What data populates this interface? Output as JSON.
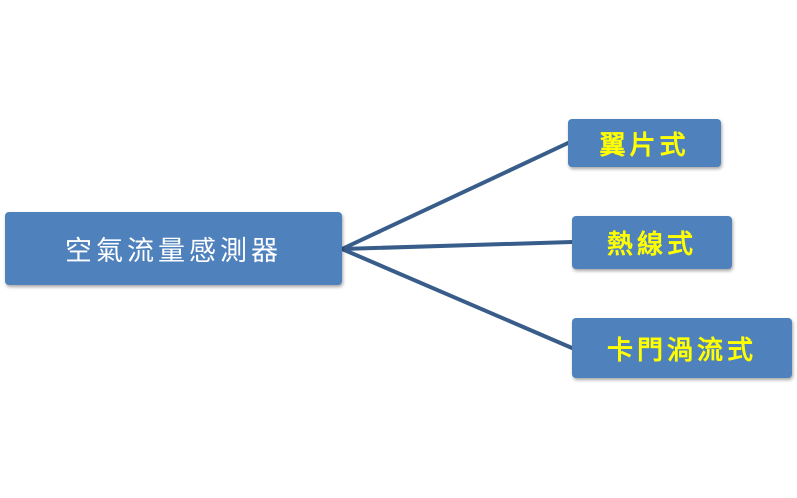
{
  "colors": {
    "box_fill": "#4f81bd",
    "connector": "#385d8a",
    "root_text": "#ffffff",
    "child_text": "#ffff00"
  },
  "root": {
    "label": "空氣流量感測器"
  },
  "children": [
    {
      "label": "翼片式"
    },
    {
      "label": "熱線式"
    },
    {
      "label": "卡門渦流式"
    }
  ]
}
